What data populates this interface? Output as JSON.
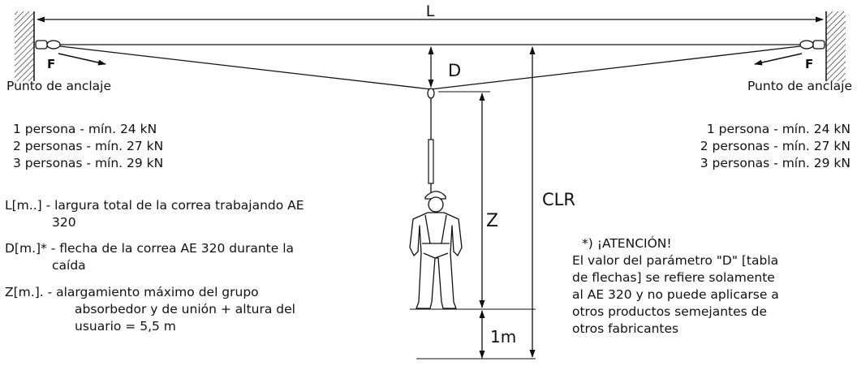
{
  "dimensions": {
    "L": "L",
    "D": "D",
    "Z": "Z",
    "CLR": "CLR",
    "one_meter": "1m"
  },
  "force": {
    "left": "F",
    "right": "F"
  },
  "anchor": {
    "left_label": "Punto de anclaje",
    "right_label": "Punto de anclaje"
  },
  "strength_left": [
    "1 persona - mín. 24 kN",
    "2 personas - mín. 27 kN",
    "3 personas - mín. 29 kN"
  ],
  "strength_right": [
    "1 persona - mín. 24 kN",
    "2 personas - mín. 27 kN",
    "3 personas - mín. 29 kN"
  ],
  "definitions": [
    {
      "line1": "L[m..]   - largura total de la correa trabajando AE",
      "line2": "320"
    },
    {
      "line1": "D[m.]* - flecha de la correa AE 320 durante la",
      "line2": "caída"
    },
    {
      "line1": "Z[m.].   - alargamiento máximo del grupo",
      "line2": "absorbedor y de unión + altura del",
      "line3": "usuario = 5,5 m"
    }
  ],
  "note": [
    "*) ¡ATENCIÓN!",
    "El valor del parámetro \"D\" [tabla",
    "de flechas] se refiere solamente",
    "al AE 320 y no puede aplicarse a",
    "otros productos semejantes de",
    "otros fabricantes"
  ]
}
